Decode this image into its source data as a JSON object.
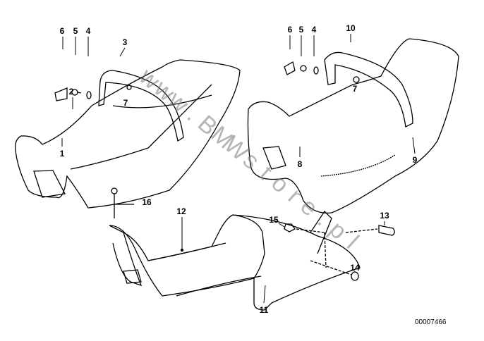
{
  "diagram": {
    "watermark": "www.BMWstore.pl",
    "drawing_number": "00007466",
    "seat_single_with_grab_handle": {
      "labels": [
        "1",
        "2",
        "3",
        "4",
        "5",
        "6",
        "7"
      ]
    },
    "seat_dual_with_grab_handle": {
      "labels": [
        "4",
        "5",
        "6",
        "7",
        "8",
        "9",
        "10"
      ]
    },
    "seat_solo_with_cover": {
      "labels": [
        "11",
        "12",
        "13",
        "14",
        "15",
        "16"
      ]
    }
  }
}
